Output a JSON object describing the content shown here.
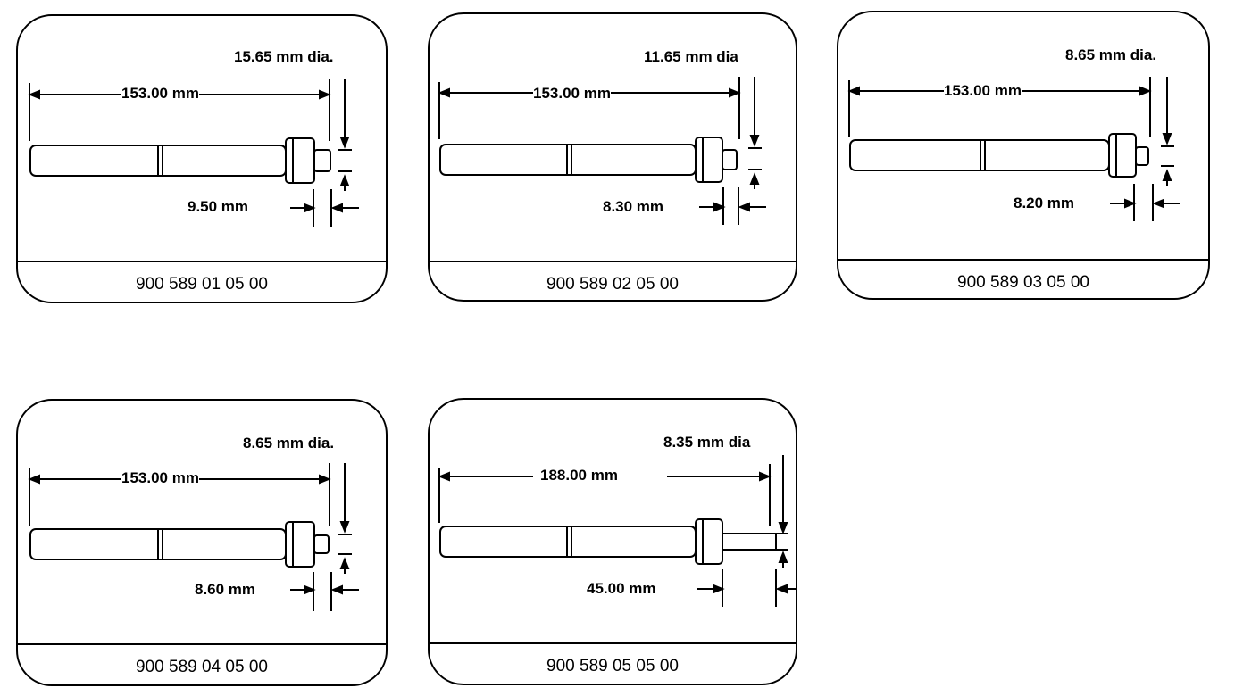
{
  "tools": [
    {
      "length": "153.00 mm",
      "diameter": "15.65 mm dia.",
      "width": "9.50 mm",
      "part_number": "900 589 01 05 00"
    },
    {
      "length": "153.00 mm",
      "diameter": "11.65 mm dia",
      "width": "8.30 mm",
      "part_number": "900 589 02 05 00"
    },
    {
      "length": "153.00 mm",
      "diameter": "8.65 mm dia.",
      "width": "8.20 mm",
      "part_number": "900 589 03 05 00"
    },
    {
      "length": "153.00 mm",
      "diameter": "8.65 mm dia.",
      "width": "8.60 mm",
      "part_number": "900 589 04 05 00"
    },
    {
      "length": "188.00 mm",
      "diameter": "8.35 mm dia",
      "width": "45.00 mm",
      "part_number": "900 589 05 05 00"
    }
  ]
}
